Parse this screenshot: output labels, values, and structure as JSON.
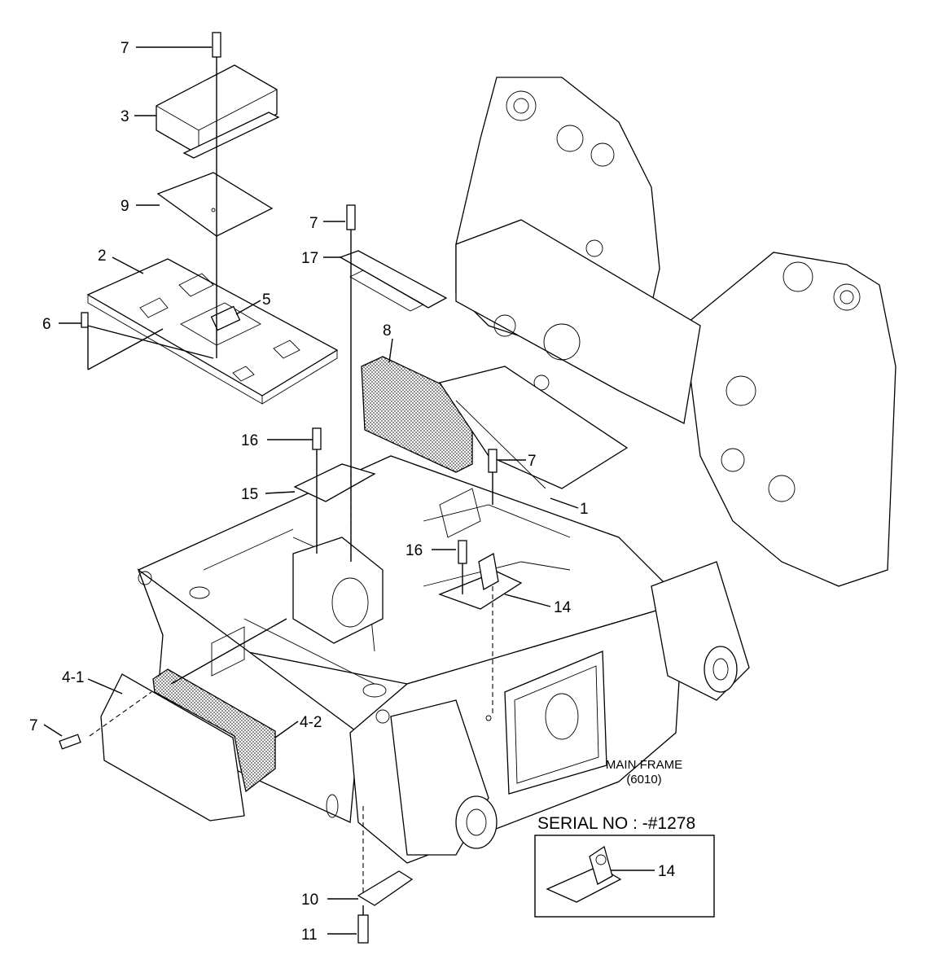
{
  "callouts": {
    "c7a": "7",
    "c3": "3",
    "c9": "9",
    "c2": "2",
    "c6": "6",
    "c5": "5",
    "c7b": "7",
    "c17": "17",
    "c8": "8",
    "c16a": "16",
    "c15": "15",
    "c7c": "7",
    "c1": "1",
    "c16b": "16",
    "c14": "14",
    "c41": "4-1",
    "c7d": "7",
    "c42": "4-2",
    "c10": "10",
    "c11": "11",
    "c14b": "14"
  },
  "main_frame": {
    "line1": "MAIN FRAME",
    "line2": "(6010)"
  },
  "serial_box": {
    "label": "SERIAL NO : -#1278"
  }
}
